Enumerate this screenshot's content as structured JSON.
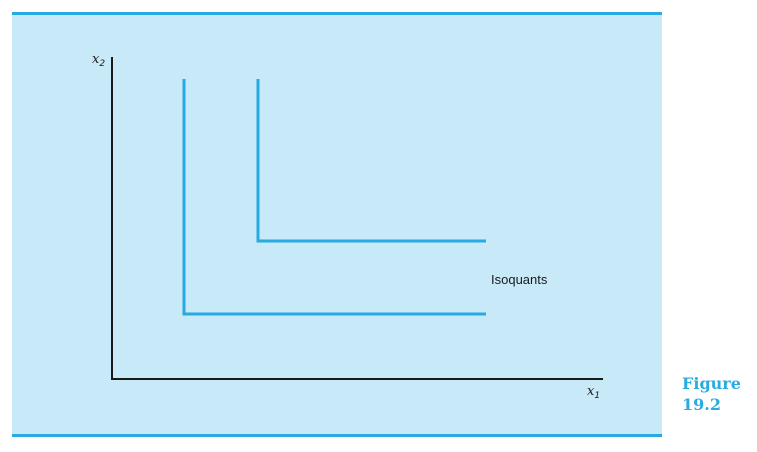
{
  "figure": {
    "caption_word": "Figure",
    "caption_number": "19.2"
  },
  "axes": {
    "y_label_main": "x",
    "y_label_sub": "2",
    "x_label_main": "x",
    "x_label_sub": "1"
  },
  "curve_label": "Isoquants",
  "colors": {
    "background": "#c8e9f8",
    "accent": "#29abe2",
    "axis": "#1a1a1a"
  },
  "chart_data": {
    "type": "line",
    "description_shape": "L-shaped isoquants (fixed proportions)",
    "series": [
      {
        "name": "",
        "shape": "L"
      },
      {
        "name": "",
        "shape": "L"
      }
    ]
  }
}
